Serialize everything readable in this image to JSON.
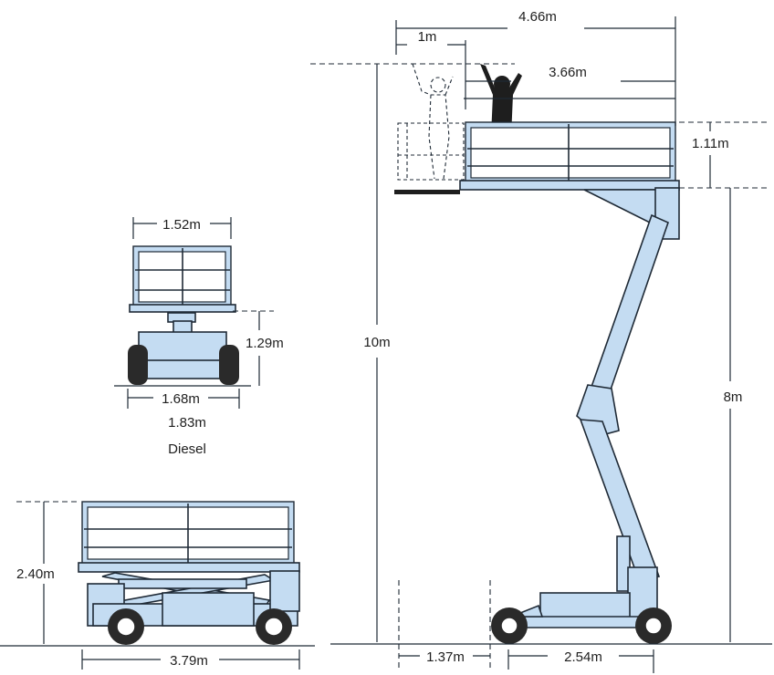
{
  "front_view": {
    "platform_width": "1.52m",
    "chassis_height": "1.29m",
    "track_width": "1.68m",
    "overall_width": "1.83m",
    "variant": "Diesel"
  },
  "scissor_side_view": {
    "stowed_height": "2.40m",
    "overall_length": "3.79m"
  },
  "boom_side_view": {
    "max_outreach": "4.66m",
    "figure_offset": "1m",
    "working_outreach": "3.66m",
    "guardrail_height": "1.11m",
    "working_height": "10m",
    "platform_height": "8m",
    "rear_overhang": "1.37m",
    "wheelbase": "2.54m"
  },
  "colors": {
    "machine_fill": "#c4dcf2",
    "outline": "#1f2a36"
  }
}
